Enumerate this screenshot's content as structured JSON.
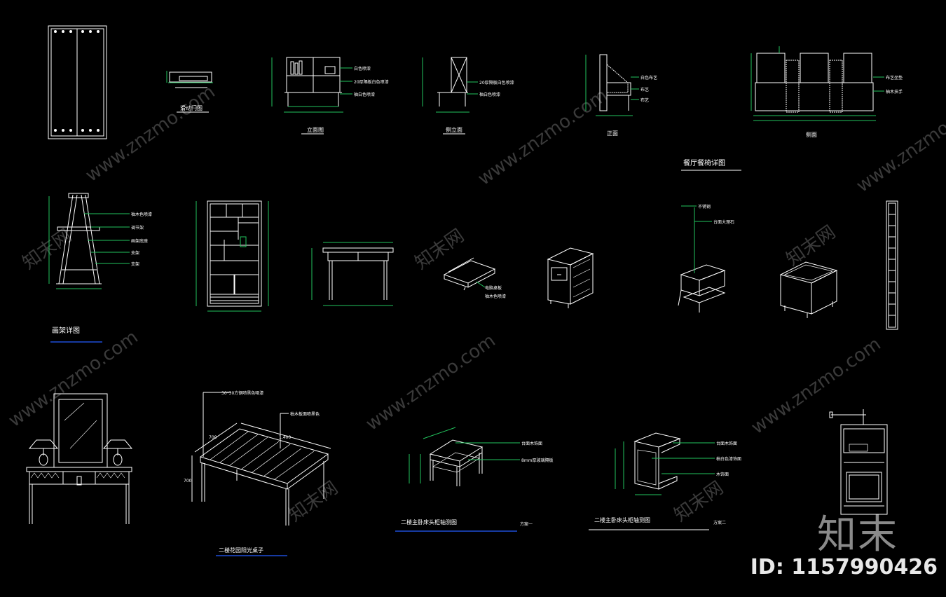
{
  "colors": {
    "line": "#ffffff",
    "dim": "#22c55e",
    "leader": "#22c55e",
    "underline": "#1d4ed8",
    "watermark": "#3a3a3a"
  },
  "titles": {
    "sliding_door": "滑动门图",
    "front_elev": "立面图",
    "side_elev": "侧立面",
    "front": "正面",
    "side": "侧面",
    "restaurant_detail": "餐厅餐椅详图",
    "easel_detail": "画架详图",
    "garden_table": "二楼花园阳光桌子",
    "nightstand_a": "二楼主卧床头柜轴测图",
    "nightstand_b": "二楼主卧床头柜轴测图",
    "option_a": "方案一",
    "option_b": "方案二"
  },
  "notes": {
    "cabinet_1": "白色喷漆",
    "cabinet_2": "20厚隔板白色喷漆",
    "cabinet_3": "柚白色喷漆",
    "side_1": "20厚隔板白色喷漆",
    "side_2": "柚白色喷漆",
    "chair_1": "白色布艺",
    "chair_2": "布艺",
    "chair_3": "布艺",
    "bench_1": "布艺坐垫",
    "bench_2": "柚木扶手",
    "easel_1": "柚木色喷漆",
    "easel_2": "调节架",
    "easel_3": "画架底座",
    "easel_4": "支架",
    "easel_5": "支架",
    "tray_1": "电脑桌板",
    "tray_2": "柚木色喷漆",
    "table_1": "30*30方钢喷黑色哑漆",
    "table_2": "柚木板面喷黑色",
    "ns_a1": "台面木饰面",
    "ns_a2": "8mm厚玻璃隔板",
    "ns_b1": "台面木饰面",
    "ns_b2": "柚白色漆饰面",
    "ns_b3": "木饰面",
    "side_table_1": "不锈钢",
    "side_table_2": "台面大理石"
  },
  "dims": {
    "table_w": "1,400",
    "table_d": "700",
    "table_h": "700"
  },
  "watermark": "www.znzmo.com",
  "watermark_cn": "知末网",
  "brand": "知末",
  "id_label": "ID: 1157990426"
}
